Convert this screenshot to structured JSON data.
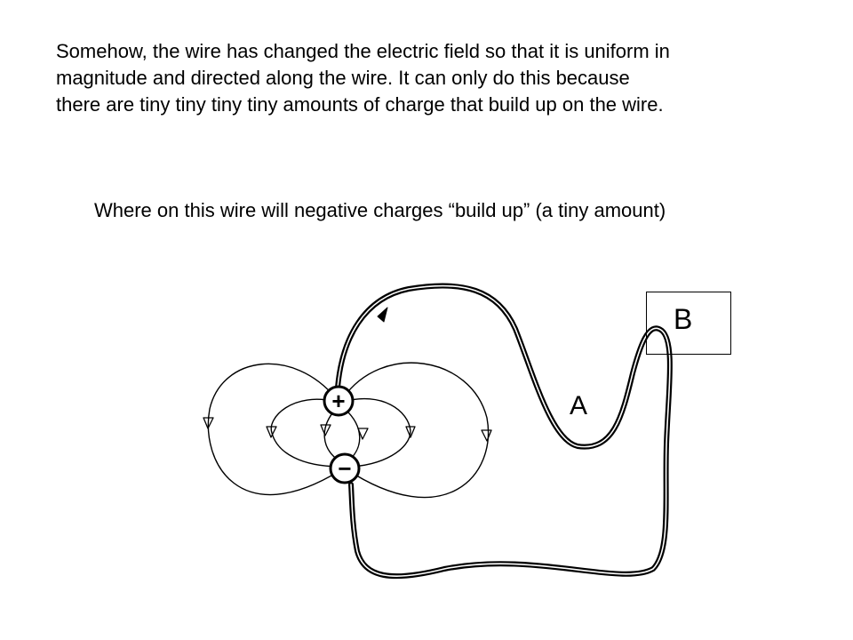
{
  "intro": {
    "line1": "Somehow, the wire has changed the electric field so that it is uniform in",
    "line2": "magnitude and directed along the wire. It can only do this because",
    "line3": "there are tiny tiny tiny tiny amounts of charge that build up on the wire."
  },
  "question": "Where on this wire will negative charges “build up” (a tiny amount)",
  "diagram": {
    "positive_symbol": "+",
    "negative_symbol": "−",
    "label_a": "A",
    "label_b": "B"
  }
}
